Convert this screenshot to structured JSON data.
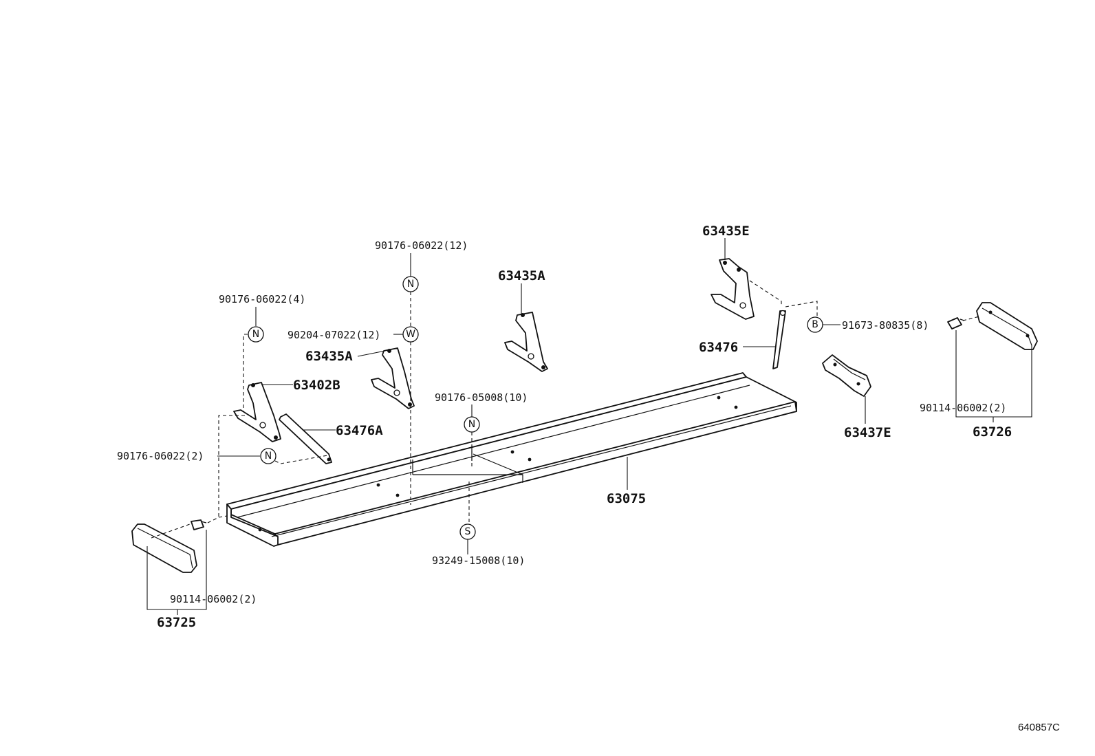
{
  "diagram": {
    "reference_code": "640857C",
    "callouts": {
      "c_90176_06022_12": "90176-06022(12)",
      "c_90176_06022_4": "90176-06022(4)",
      "c_90204_07022_12": "90204-07022(12)",
      "c_63435A_top": "63435A",
      "c_63435A_left": "63435A",
      "c_63402B": "63402B",
      "c_63476A": "63476A",
      "c_90176_06022_2": "90176-06022(2)",
      "c_90176_05008_10": "90176-05008(10)",
      "c_63075": "63075",
      "c_93249_15008_10": "93249-15008(10)",
      "c_90114_06002_2_left": "90114-06002(2)",
      "c_63725": "63725",
      "c_63435E": "63435E",
      "c_63476": "63476",
      "c_91673_80835_8": "91673-80835(8)",
      "c_63437E": "63437E",
      "c_90114_06002_2_right": "90114-06002(2)",
      "c_63726": "63726"
    },
    "symbols": {
      "n": "N",
      "w": "W",
      "s": "S",
      "b": "B"
    }
  }
}
